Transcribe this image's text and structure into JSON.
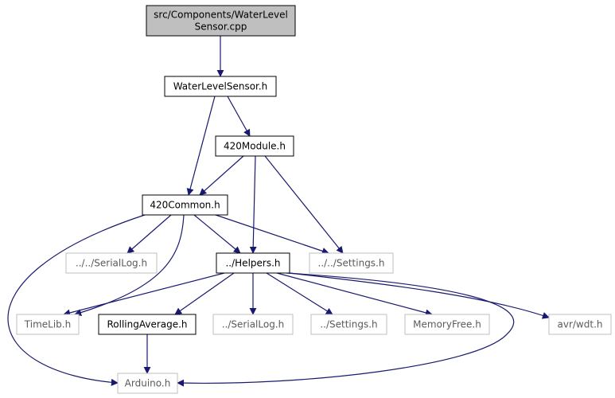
{
  "graph": {
    "colors": {
      "edge": "#191970",
      "node_border": "#000000",
      "missing_border": "#bfbfbf",
      "root_fill": "#bfbfbf",
      "node_fill": "#ffffff"
    },
    "nodes": {
      "root": {
        "lines": [
          "src/Components/WaterLevel",
          "Sensor.cpp"
        ],
        "kind": "root"
      },
      "water_level_sensor_h": {
        "lines": [
          "WaterLevelSensor.h"
        ],
        "kind": "documented"
      },
      "module_420_h": {
        "lines": [
          "420Module.h"
        ],
        "kind": "documented"
      },
      "common_420_h": {
        "lines": [
          "420Common.h"
        ],
        "kind": "documented"
      },
      "serial_log_up2_h": {
        "lines": [
          "../../SerialLog.h"
        ],
        "kind": "missing"
      },
      "helpers_h": {
        "lines": [
          "../Helpers.h"
        ],
        "kind": "documented"
      },
      "settings_up2_h": {
        "lines": [
          "../../Settings.h"
        ],
        "kind": "missing"
      },
      "time_lib_h": {
        "lines": [
          "TimeLib.h"
        ],
        "kind": "missing"
      },
      "rolling_average_h": {
        "lines": [
          "RollingAverage.h"
        ],
        "kind": "documented"
      },
      "serial_log_up1_h": {
        "lines": [
          "../SerialLog.h"
        ],
        "kind": "missing"
      },
      "settings_up1_h": {
        "lines": [
          "../Settings.h"
        ],
        "kind": "missing"
      },
      "memory_free_h": {
        "lines": [
          "MemoryFree.h"
        ],
        "kind": "missing"
      },
      "avr_wdt_h": {
        "lines": [
          "avr/wdt.h"
        ],
        "kind": "missing"
      },
      "arduino_h": {
        "lines": [
          "Arduino.h"
        ],
        "kind": "missing"
      }
    },
    "edges": [
      [
        "root",
        "water_level_sensor_h"
      ],
      [
        "water_level_sensor_h",
        "module_420_h"
      ],
      [
        "water_level_sensor_h",
        "common_420_h"
      ],
      [
        "module_420_h",
        "common_420_h"
      ],
      [
        "module_420_h",
        "helpers_h"
      ],
      [
        "module_420_h",
        "settings_up2_h"
      ],
      [
        "common_420_h",
        "serial_log_up2_h"
      ],
      [
        "common_420_h",
        "helpers_h"
      ],
      [
        "common_420_h",
        "settings_up2_h"
      ],
      [
        "common_420_h",
        "time_lib_h"
      ],
      [
        "common_420_h",
        "arduino_h"
      ],
      [
        "helpers_h",
        "time_lib_h"
      ],
      [
        "helpers_h",
        "rolling_average_h"
      ],
      [
        "helpers_h",
        "serial_log_up1_h"
      ],
      [
        "helpers_h",
        "settings_up1_h"
      ],
      [
        "helpers_h",
        "memory_free_h"
      ],
      [
        "helpers_h",
        "avr_wdt_h"
      ],
      [
        "helpers_h",
        "arduino_h"
      ],
      [
        "rolling_average_h",
        "arduino_h"
      ]
    ]
  }
}
